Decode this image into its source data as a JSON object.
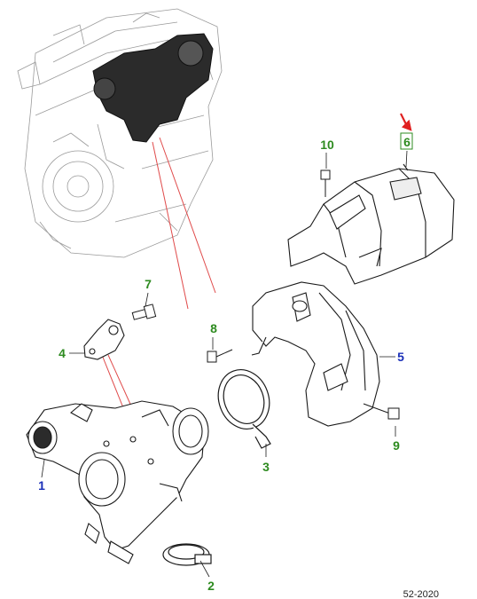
{
  "figure_code": "52-2020",
  "colors": {
    "green": "#2e8b20",
    "blue": "#1a2fb8",
    "red_accent": "#e02020",
    "leader_red": "#e04a4a",
    "line": "#1a1a1a",
    "shade": "#2b2b2b"
  },
  "callouts": {
    "c1": {
      "label": "1",
      "color": "blue"
    },
    "c2": {
      "label": "2",
      "color": "green"
    },
    "c3": {
      "label": "3",
      "color": "green"
    },
    "c4": {
      "label": "4",
      "color": "green"
    },
    "c5": {
      "label": "5",
      "color": "blue"
    },
    "c6": {
      "label": "6",
      "color": "green",
      "highlighted": true
    },
    "c7": {
      "label": "7",
      "color": "green"
    },
    "c8": {
      "label": "8",
      "color": "green"
    },
    "c9": {
      "label": "9",
      "color": "green"
    },
    "c10": {
      "label": "10",
      "color": "green"
    }
  }
}
